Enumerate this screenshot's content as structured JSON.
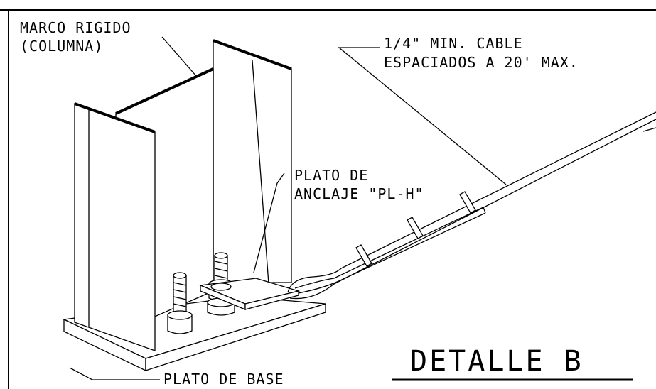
{
  "title": "DETALLE B",
  "labels": {
    "frame": [
      "MARCO RIGIDO",
      "(COLUMNA)"
    ],
    "cable": [
      "1/4\" MIN. CABLE",
      "ESPACIADOS A 20' MAX."
    ],
    "anchor_plate": [
      "PLATO DE",
      "ANCLAJE \"PL-H\""
    ],
    "base_plate": "PLATO DE BASE"
  }
}
